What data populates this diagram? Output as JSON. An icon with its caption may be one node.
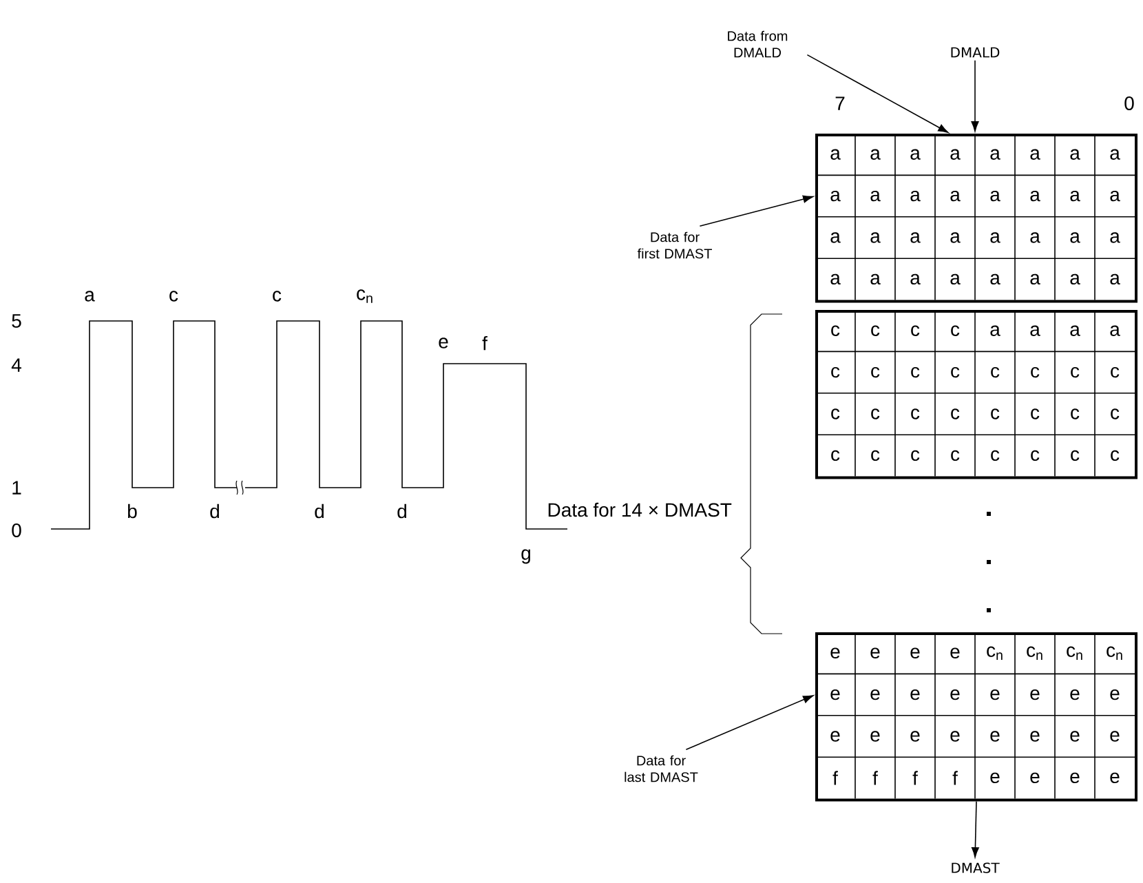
{
  "diagram": {
    "nodes": [
      {
        "text": [
          "Data from DMALD"
        ]
      },
      {
        "text": [
          "DMALD"
        ]
      },
      {
        "text": [
          "a",
          "a",
          "a",
          "a",
          "a",
          "a",
          "a",
          "a",
          "a",
          "a",
          "a",
          "a",
          "a",
          "a",
          "a",
          "a",
          "a",
          "a",
          "a",
          "a",
          "a",
          "a",
          "a",
          "a",
          "a",
          "a",
          "a",
          "a",
          "a",
          "a",
          "a",
          "a"
        ]
      },
      {
        "text": [
          "Data for first DMAST"
        ]
      },
      {
        "text": [
          "c",
          "c",
          "c",
          "c",
          "a",
          "a",
          "a",
          "a",
          "c",
          "c",
          "c",
          "c",
          "c",
          "c",
          "c",
          "c",
          "c",
          "c",
          "c",
          "c",
          "c",
          "c",
          "c",
          "c",
          "c",
          "c",
          "c",
          "c",
          "c",
          "c",
          "c",
          "c"
        ]
      },
      {
        "text": [
          "e",
          "e",
          "e",
          "e",
          "c$_{n}$",
          "c$_{n}$",
          "c$_{n}$",
          "c$_{n}$",
          "e",
          "e",
          "e",
          "e",
          "e",
          "e",
          "e",
          "e",
          "e",
          "e",
          "e",
          "e",
          "e",
          "e",
          "e",
          "e",
          "f",
          "f",
          "f",
          "f",
          "e",
          "e",
          "e",
          "e"
        ]
      },
      {
        "text": [
          "Data for last DMAST"
        ]
      },
      {
        "text": [
          "DMAST"
        ]
      }
    ],
    "edges": [
      {
        "from": 0,
        "to": 2,
        "arrow": "to"
      },
      {
        "from": 1,
        "to": 2,
        "arrow": "to"
      },
      {
        "from": 3,
        "to": 2,
        "arrow": "to"
      },
      {
        "from": 6,
        "to": 5,
        "arrow": "to"
      },
      {
        "from": 5,
        "to": 7,
        "arrow": "to"
      }
    ],
    "labels": [
      "7",
      "0",
      "5",
      "4",
      "1",
      "0",
      "a",
      "c",
      "c",
      "c$_{n}$",
      "e",
      "f",
      "b",
      "d",
      "d",
      "d",
      "g",
      "Data for 14 × DMAST"
    ]
  }
}
